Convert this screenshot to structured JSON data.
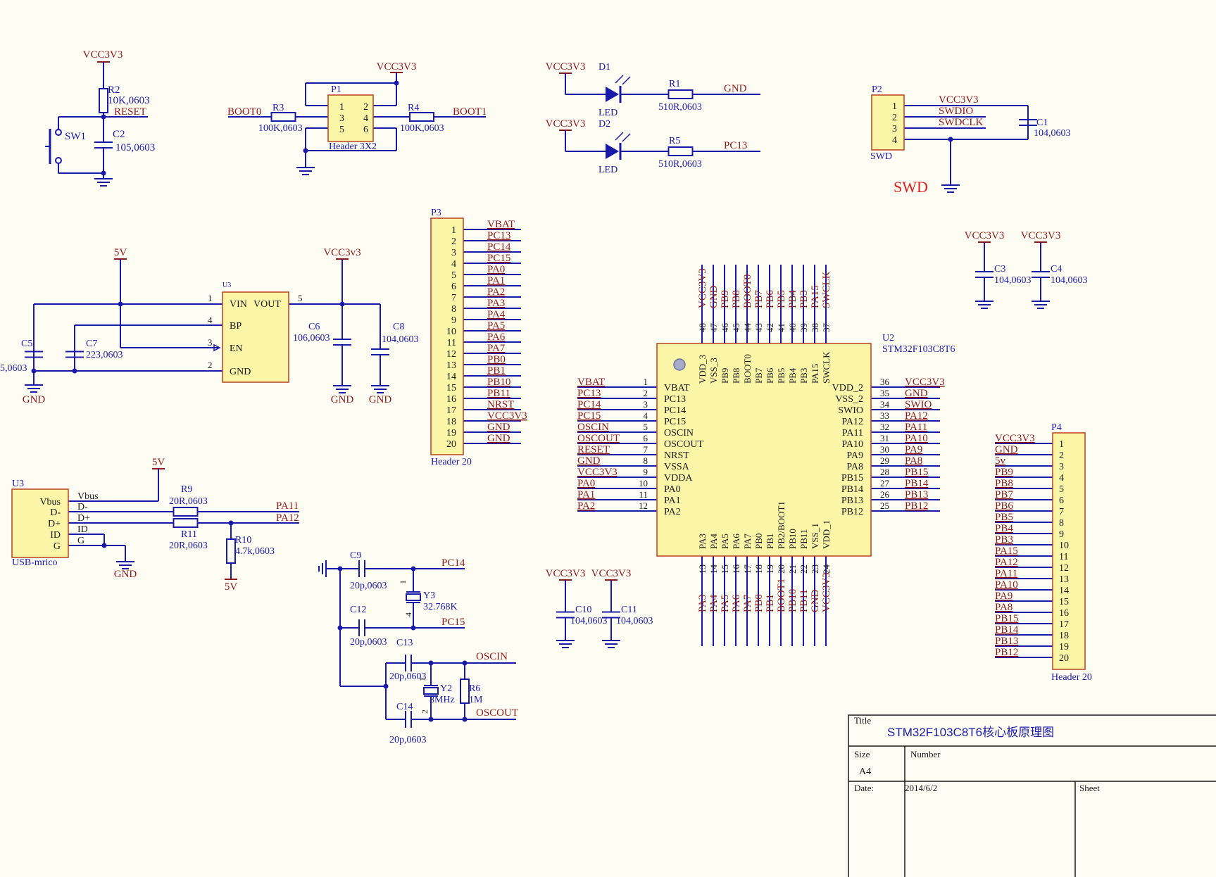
{
  "colors": {
    "wire": "#1a1aa8",
    "text": "#8c1a1a",
    "pin": "#1a1a1a",
    "body": "#fbf5a8",
    "bodyStroke": "#b8421d",
    "swd": "#e01e1e",
    "bg": "#fefdf4"
  },
  "reset": {
    "net": "VCC3V3",
    "r2": "R2",
    "r2v": "10K,0603",
    "label": "RESET",
    "sw": "SW1",
    "c2": "C2",
    "c2v": "105,0603"
  },
  "boot": {
    "net": "VCC3V3",
    "p1": "P1",
    "boot0": "BOOT0",
    "boot1": "BOOT1",
    "r3": "R3",
    "r3v": "100K,0603",
    "r4": "R4",
    "r4v": "100K,0603",
    "header": "Header 3X2",
    "pins": [
      "1",
      "2",
      "3",
      "4",
      "5",
      "6"
    ]
  },
  "leds": {
    "net": "VCC3V3",
    "d1": "D1",
    "d2": "D2",
    "led": "LED",
    "r1": "R1",
    "r1v": "510R,0603",
    "r5": "R5",
    "r5v": "510R,0603",
    "gnd": "GND",
    "pc13": "PC13"
  },
  "swd": {
    "p2": "P2",
    "label": "SWD",
    "big": "SWD",
    "pins": [
      "1",
      "2",
      "3",
      "4"
    ],
    "nets": [
      "VCC3V3",
      "SWDIO",
      "SWDCLK"
    ],
    "c1": "C1",
    "c1v": "104,0603"
  },
  "caps34": {
    "net": "VCC3V3",
    "c3": "C3",
    "c3v": "104,0603",
    "c4": "C4",
    "c4v": "104,0603"
  },
  "reg": {
    "u3": "U3",
    "v5": "5V",
    "vout_net": "VCC3v3",
    "vin": "VIN",
    "vout": "VOUT",
    "bp": "BP",
    "en": "EN",
    "gnd": "GND",
    "pins": [
      "1",
      "4",
      "3",
      "2",
      "5"
    ],
    "c5": "C5",
    "c5v": "5,0603",
    "c7": "C7",
    "c7v": "223,0603",
    "c6": "C6",
    "c6v": "106,0603",
    "c8": "C8",
    "c8v": "104,0603",
    "gndl": "GND"
  },
  "p3": {
    "name": "P3",
    "footer": "Header 20",
    "pins": [
      "1",
      "2",
      "3",
      "4",
      "5",
      "6",
      "7",
      "8",
      "9",
      "10",
      "11",
      "12",
      "13",
      "14",
      "15",
      "16",
      "17",
      "18",
      "19",
      "20"
    ],
    "nets": [
      "VBAT",
      "PC13",
      "PC14",
      "PC15",
      "PA0",
      "PA1",
      "PA2",
      "PA3",
      "PA4",
      "PA5",
      "PA6",
      "PA7",
      "PB0",
      "PB1",
      "PB10",
      "PB11",
      "NRST",
      "VCC3V3",
      "GND",
      "GND"
    ]
  },
  "usb": {
    "u3": "U3",
    "name": "USB-mrico",
    "pins": [
      "Vbus",
      "D-",
      "D+",
      "ID",
      "G"
    ],
    "nets": [
      "Vbus",
      "D-",
      "D+",
      "ID",
      "G"
    ],
    "v5": "5V",
    "r9": "R9",
    "r9v": "20R,0603",
    "r11": "R11",
    "r11v": "20R,0603",
    "r10": "R10",
    "r10v": "4.7k,0603",
    "pa11": "PA11",
    "pa12": "PA12",
    "gnd": "GND",
    "v5b": "5V"
  },
  "osc": {
    "c9": "C9",
    "c9v": "20p,0603",
    "c12": "C12",
    "c12v": "20p,0603",
    "y3": "Y3",
    "y3v": "32.768K",
    "pc14": "PC14",
    "pc15": "PC15",
    "c13": "C13",
    "c13v": "20p,0603",
    "c14": "C14",
    "c14v": "20p,0603",
    "y2": "Y2",
    "y2v": "8MHz",
    "r6": "R6",
    "r6v": "1M",
    "oscin": "OSCIN",
    "oscout": "OSCOUT",
    "one": "1",
    "four": "4",
    "two": "2"
  },
  "caps1011": {
    "net": "VCC3V3",
    "c10": "C10",
    "c10v": "104,0603",
    "c11": "C11",
    "c11v": "104,0603"
  },
  "mcu": {
    "ref": "U2",
    "part": "STM32F103C8T6",
    "top_nums": [
      "48",
      "47",
      "46",
      "45",
      "44",
      "43",
      "42",
      "41",
      "40",
      "39",
      "38",
      "37"
    ],
    "top_inner": [
      "VDD_3",
      "VSS_3",
      "PB9",
      "PB8",
      "BOOT0",
      "PB7",
      "PB6",
      "PB5",
      "PB4",
      "PB3",
      "PA15",
      "SWCLK"
    ],
    "top_nets": [
      "VCC3V3",
      "GND",
      "PB9",
      "PB8",
      "BOOT0",
      "PB7",
      "PB6",
      "PB5",
      "PB4",
      "PB3",
      "PA15",
      "SWCLK"
    ],
    "left_nums": [
      "1",
      "2",
      "3",
      "4",
      "5",
      "6",
      "7",
      "8",
      "9",
      "10",
      "11",
      "12"
    ],
    "left_inner": [
      "VBAT",
      "PC13",
      "PC14",
      "PC15",
      "OSCIN",
      "OSCOUT",
      "NRST",
      "VSSA",
      "VDDA",
      "PA0",
      "PA1",
      "PA2"
    ],
    "left_nets": [
      "VBAT",
      "PC13",
      "PC14",
      "PC15",
      "OSCIN",
      "OSCOUT",
      "RESET",
      "GND",
      "VCC3V3",
      "PA0",
      "PA1",
      "PA2"
    ],
    "right_nums": [
      "36",
      "35",
      "34",
      "33",
      "32",
      "31",
      "30",
      "29",
      "28",
      "27",
      "26",
      "25"
    ],
    "right_inner": [
      "VDD_2",
      "VSS_2",
      "SWIO",
      "PA12",
      "PA11",
      "PA10",
      "PA9",
      "PA8",
      "PB15",
      "PB14",
      "PB13",
      "PB12"
    ],
    "right_nets": [
      "VCC3V3",
      "GND",
      "SWIO",
      "PA12",
      "PA11",
      "PA10",
      "PA9",
      "PA8",
      "PB15",
      "PB14",
      "PB13",
      "PB12"
    ],
    "bottom_nums": [
      "13",
      "14",
      "15",
      "16",
      "17",
      "18",
      "19",
      "20",
      "21",
      "22",
      "23",
      "24"
    ],
    "bottom_inner": [
      "PA3",
      "PA4",
      "PA5",
      "PA6",
      "PA7",
      "PB0",
      "PB1",
      "PB2/BOOT1",
      "PB10",
      "PB11",
      "VSS_1",
      "VDD_1"
    ],
    "bottom_nets": [
      "PA3",
      "PA4",
      "PA5",
      "PA6",
      "PA7",
      "PB0",
      "PB1",
      "BOOT1",
      "PB10",
      "PB11",
      "GND",
      "VCC3V3"
    ]
  },
  "p4": {
    "name": "P4",
    "footer": "Header 20",
    "pins": [
      "1",
      "2",
      "3",
      "4",
      "5",
      "6",
      "7",
      "8",
      "9",
      "10",
      "11",
      "12",
      "13",
      "14",
      "15",
      "16",
      "17",
      "18",
      "19",
      "20"
    ],
    "nets": [
      "VCC3V3",
      "GND",
      "5v",
      "PB9",
      "PB8",
      "PB7",
      "PB6",
      "PB5",
      "PB4",
      "PB3",
      "PA15",
      "PA12",
      "PA11",
      "PA10",
      "PA9",
      "PA8",
      "PB15",
      "PB14",
      "PB13",
      "PB12"
    ]
  },
  "titleblock": {
    "title_label": "Title",
    "title": "STM32F103C8T6核心板原理图",
    "size_label": "Size",
    "size": "A4",
    "number_label": "Number",
    "date_label": "Date:",
    "date": "2014/6/2",
    "sheet_label": "Sheet"
  }
}
